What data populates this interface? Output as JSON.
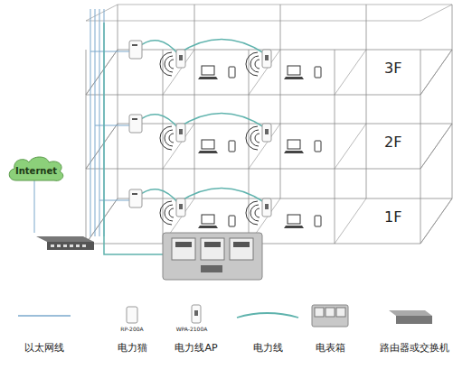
{
  "diagram": {
    "nodes": [
      {
        "text": [
          "Internet"
        ]
      }
    ],
    "labels": [
      "3F",
      "2F",
      "1F",
      "RP-200A",
      "WPA-2100A"
    ],
    "legend": [
      {
        "text": "以太网线"
      },
      {
        "text": "电力猫"
      },
      {
        "text": "电力线AP"
      },
      {
        "text": "电力线"
      },
      {
        "text": "电表箱"
      },
      {
        "text": "路由器或交换机"
      }
    ]
  }
}
